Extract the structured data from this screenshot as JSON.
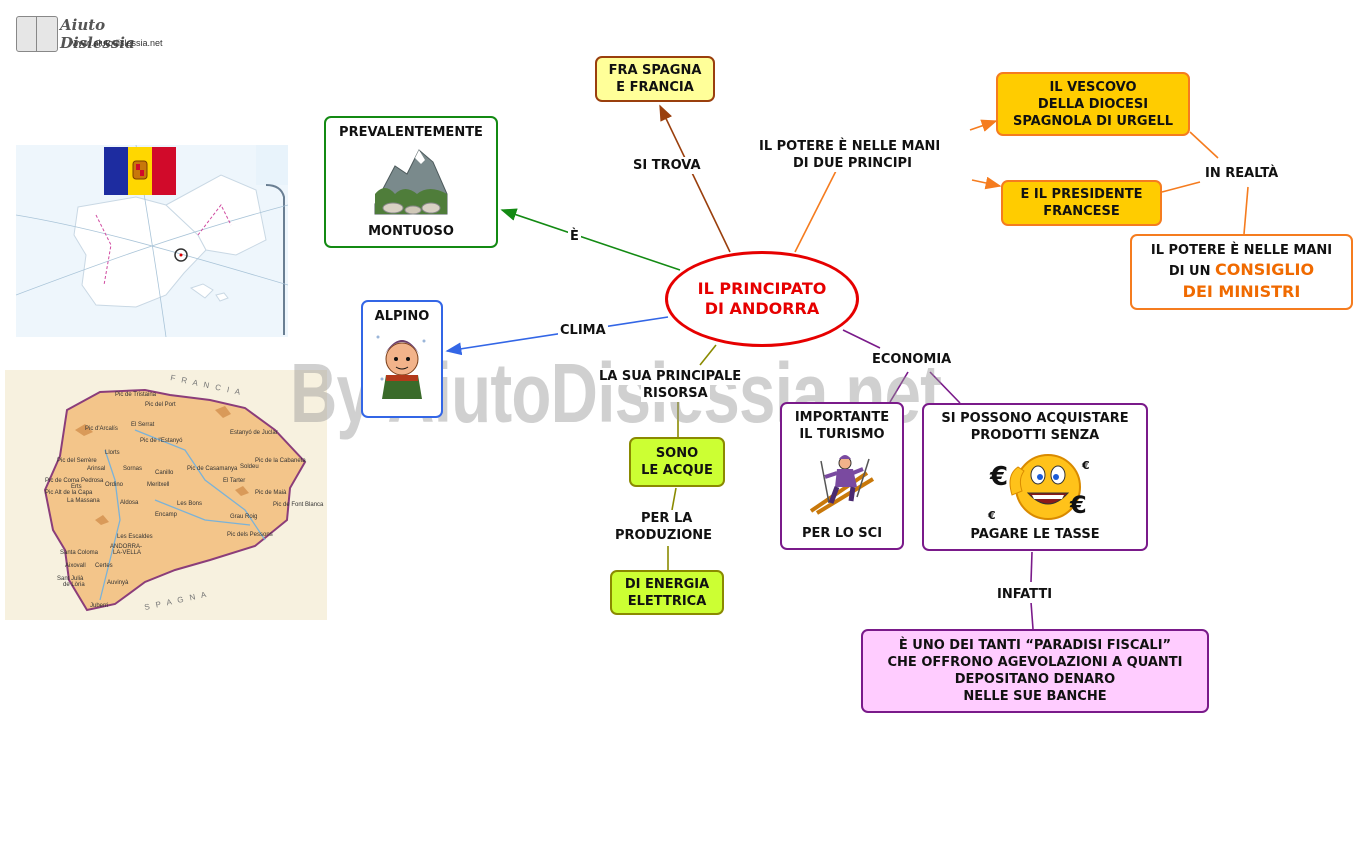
{
  "logo": {
    "title": "Aiuto Dislessia",
    "url": "www.aiutodislessia.net"
  },
  "watermark": "By AiutoDislessia.net",
  "colors": {
    "red": "#e60000",
    "green": "#138a13",
    "blue": "#3366e6",
    "brown": "#9a3f0d",
    "orange": "#f57c1f",
    "olive": "#8a8a00",
    "purple": "#7a1a8a",
    "lime": "#ccff33",
    "yellow": "#ffff99",
    "gold": "#ffcc00",
    "pink": "#ffccff"
  },
  "center": {
    "line1": "IL PRINCIPATO",
    "line2": "DI ANDORRA"
  },
  "nodes": {
    "montuoso": {
      "top": "PREVALENTEMENTE",
      "bottom": "MONTUOSO",
      "icon": "mountain-icon"
    },
    "alpino": {
      "text": "ALPINO",
      "icon": "snow-person-icon"
    },
    "spagna_francia": {
      "line1": "FRA SPAGNA",
      "line2": "E FRANCIA"
    },
    "vescovo": {
      "line1": "IL VESCOVO",
      "line2": "DELLA DIOCESI",
      "line3": "SPAGNOLA DI URGELL"
    },
    "presidente": {
      "line1": "E IL PRESIDENTE",
      "line2": "FRANCESE"
    },
    "consiglio": {
      "line1": "IL POTERE È NELLE MANI",
      "line2a": "DI UN ",
      "line2b": "CONSIGLIO",
      "line3": "DEI MINISTRI"
    },
    "acque": {
      "line1": "SONO",
      "line2": "LE ACQUE"
    },
    "energia": {
      "line1": "DI ENERGIA",
      "line2": "ELETTRICA"
    },
    "turismo": {
      "line1": "IMPORTANTE",
      "line2": "IL TURISMO",
      "line3": "PER LO SCI",
      "icon": "skier-icon"
    },
    "tasse": {
      "line1": "SI POSSONO ACQUISTARE",
      "line2": "PRODOTTI SENZA",
      "line3": "PAGARE LE TASSE",
      "icon": "euro-smiley-icon",
      "euro": "€"
    },
    "paradisi": {
      "line1": "È  UNO DEI TANTI “PARADISI FISCALI”",
      "line2": "CHE OFFRONO AGEVOLAZIONI A QUANTI",
      "line3": "DEPOSITANO DENARO",
      "line4": "NELLE SUE BANCHE"
    }
  },
  "labels": {
    "e": "È",
    "clima": "CLIMA",
    "si_trova": "SI TROVA",
    "potere_1": "IL POTERE È NELLE MANI",
    "potere_2": "DI DUE PRINCIPI",
    "in_realta": "IN REALTÀ",
    "risorsa_1": "LA SUA PRINCIPALE",
    "risorsa_2": "RISORSA",
    "produzione_1": "PER LA",
    "produzione_2": "PRODUZIONE",
    "economia": "ECONOMIA",
    "infatti": "INFATTI"
  },
  "maps": {
    "europe": {
      "icon": "iberia-locator-map-icon",
      "flag_icon": "andorra-flag-icon"
    },
    "andorra": {
      "icon": "andorra-physical-map-icon",
      "country_labels": [
        "F R A N C I A",
        "S P A G N A"
      ],
      "places": [
        "Pic de Tristaina",
        "Pic del Port",
        "Pic d'Arcalís",
        "El Serrat",
        "Pic de l'Estanyó",
        "Estanyó de Juclar",
        "Pic de la Cabaneta",
        "Pic del Serrère",
        "Arinsal",
        "Llorts",
        "Ordino",
        "Soldeu",
        "El Tarter",
        "Canillo",
        "Pic de Coma Pedrosa",
        "Erts",
        "Sornas",
        "Meritxell",
        "Pic de Casamanya",
        "Pic Alt de la Capa",
        "La Massana",
        "Aldosa",
        "Encamp",
        "Les Bons",
        "Pic de Maià",
        "Pic de Font Blanca",
        "Pic dels Pessons",
        "Grau Roig",
        "Les Escaldes",
        "Santa Coloma",
        "ANDORRA-LA-VELLA",
        "Aixovall",
        "Certes",
        "Sant Julià de Lòria",
        "Auvinyà",
        "Juberri"
      ]
    }
  }
}
